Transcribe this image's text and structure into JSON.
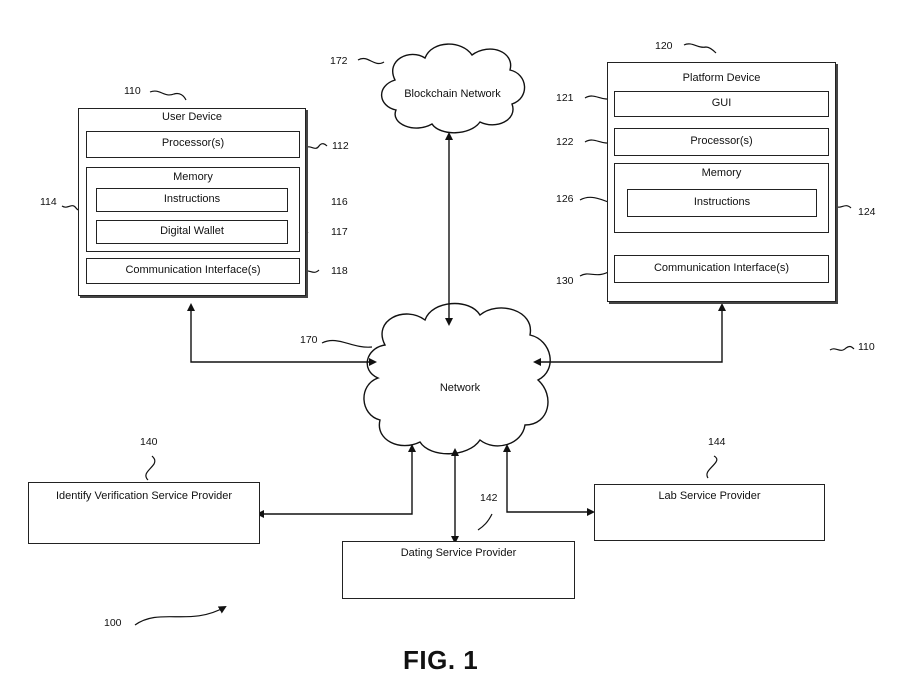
{
  "user_device": {
    "title": "User Device",
    "ref": "110",
    "processor": "Processor(s)",
    "processor_ref": "112",
    "memory": "Memory",
    "memory_ref": "114",
    "instructions": "Instructions",
    "instructions_ref": "116",
    "wallet": "Digital Wallet",
    "wallet_ref": "117",
    "comm": "Communication Interface(s)",
    "comm_ref": "118"
  },
  "platform_device": {
    "title": "Platform Device",
    "ref": "120",
    "gui": "GUI",
    "gui_ref": "121",
    "processor": "Processor(s)",
    "processor_ref": "122",
    "memory": "Memory",
    "memory_ref": "124",
    "instructions": "Instructions",
    "instructions_ref": "126",
    "comm": "Communication Interface(s)",
    "comm_ref": "130"
  },
  "blockchain": {
    "label": "Blockchain Network",
    "ref": "172"
  },
  "network": {
    "label": "Network",
    "ref": "170"
  },
  "identity": {
    "label": "Identify Verification Service Provider",
    "ref": "140"
  },
  "dating": {
    "label": "Dating Service Provider",
    "ref": "142"
  },
  "lab": {
    "label": "Lab Service Provider",
    "ref": "144"
  },
  "system_ref": "100",
  "side_ref": "110",
  "figure_label": "FIG. 1"
}
